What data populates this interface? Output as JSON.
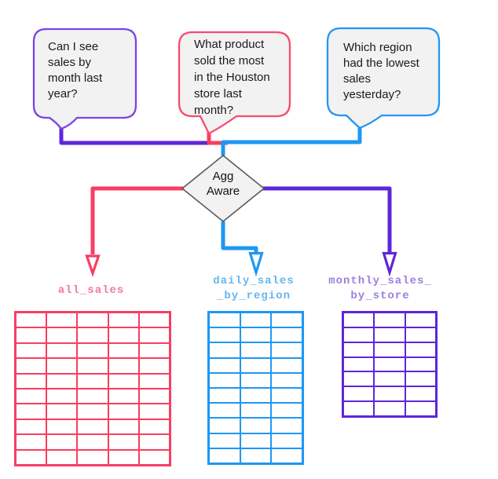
{
  "colors": {
    "purple_bubble": "#7a43e6",
    "purple_line": "#5e26d8",
    "purple_label": "#9c80df",
    "pink_bubble": "#f74b70",
    "pink_line": "#f93d61",
    "pink_label": "#f07a9d",
    "blue_bubble": "#2596f2",
    "blue_line": "#1e97f3",
    "blue_label": "#67b6ee",
    "shape_fill": "#f2f2f2",
    "shape_stroke": "#595959",
    "text": "#1a1a1a"
  },
  "questions": [
    {
      "text": "Can I see sales by month last year?",
      "lines": [
        "Can I see",
        "sales by",
        "month last",
        "year?"
      ]
    },
    {
      "text": "What product sold the most in the Houston store last month?",
      "lines": [
        "What product",
        "sold the most",
        "in the Houston",
        "store last",
        "month?"
      ]
    },
    {
      "text": "Which region had the lowest sales yesterday?",
      "lines": [
        "Which region",
        "had the lowest",
        "sales",
        "yesterday?"
      ]
    }
  ],
  "decision": {
    "lines": [
      "Agg",
      "Aware"
    ]
  },
  "tables": [
    {
      "name": "all_sales",
      "label_lines": [
        "all_sales"
      ],
      "cols": 5,
      "rows": 10,
      "color": "#f83e63",
      "label_color": "#f07a9d"
    },
    {
      "name": "daily_sales_by_region",
      "label_lines": [
        "daily_sales",
        "_by_region"
      ],
      "cols": 3,
      "rows": 10,
      "color": "#1e97f3",
      "label_color": "#67b6ee"
    },
    {
      "name": "monthly_sales_by_store",
      "label_lines": [
        "monthly_sales_",
        "by_store"
      ],
      "cols": 3,
      "rows": 7,
      "color": "#5e26d8",
      "label_color": "#9c80df"
    }
  ]
}
